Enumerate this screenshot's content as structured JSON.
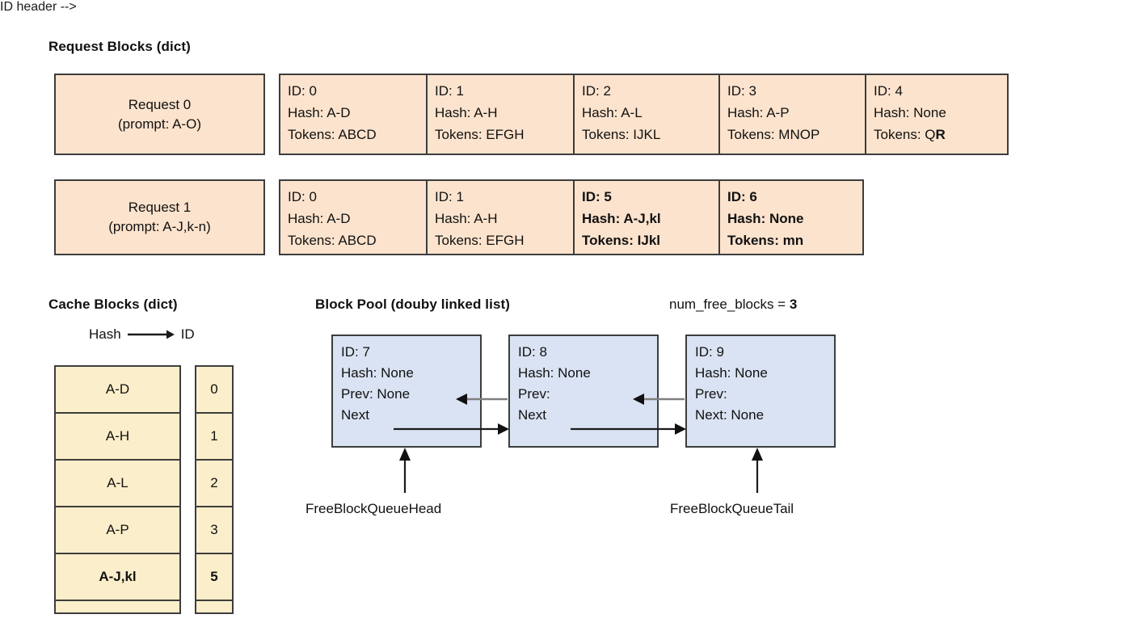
{
  "sections": {
    "request_blocks_title": "Request Blocks (dict)",
    "cache_blocks_title": "Cache Blocks (dict)",
    "block_pool_title": "Block Pool (douby linked list)",
    "num_free_blocks_label": "num_free_blocks = ",
    "num_free_blocks_value": "3"
  },
  "requests": [
    {
      "name": "Request 0",
      "prompt": "(prompt: A-O)",
      "blocks": [
        {
          "id": "ID: 0",
          "hash": "Hash: A-D",
          "tokens": "Tokens: ABCD",
          "bold": false
        },
        {
          "id": "ID: 1",
          "hash": "Hash: A-H",
          "tokens": "Tokens: EFGH",
          "bold": false
        },
        {
          "id": "ID: 2",
          "hash": "Hash: A-L",
          "tokens": "Tokens: IJKL",
          "bold": false
        },
        {
          "id": "ID: 3",
          "hash": "Hash: A-P",
          "tokens": "Tokens: MNOP",
          "bold": false
        },
        {
          "id": "ID: 4",
          "hash": "Hash: None",
          "tokens": "Tokens: Q",
          "tokens_bold_suffix": "R",
          "bold": false
        }
      ]
    },
    {
      "name": "Request 1",
      "prompt": "(prompt: A-J,k-n)",
      "blocks": [
        {
          "id": "ID: 0",
          "hash": "Hash: A-D",
          "tokens": "Tokens: ABCD",
          "bold": false
        },
        {
          "id": "ID: 1",
          "hash": "Hash: A-H",
          "tokens": "Tokens: EFGH",
          "bold": false
        },
        {
          "id": "ID: 5",
          "hash": "Hash: A-J,kl",
          "tokens": "Tokens: IJkl",
          "bold": true
        },
        {
          "id": "ID: 6",
          "hash": "Hash: None",
          "tokens": "Tokens: mn",
          "bold": true
        }
      ]
    }
  ],
  "cache_table": {
    "hash_header": "Hash",
    "id_header": "ID",
    "arrow_icon": "right-arrow-icon",
    "rows": [
      {
        "hash": "A-D",
        "id": "0",
        "bold": false
      },
      {
        "hash": "A-H",
        "id": "1",
        "bold": false
      },
      {
        "hash": "A-L",
        "id": "2",
        "bold": false
      },
      {
        "hash": "A-P",
        "id": "3",
        "bold": false
      },
      {
        "hash": "A-J,kl",
        "id": "5",
        "bold": true
      }
    ]
  },
  "block_pool": {
    "blocks": [
      {
        "id": "ID: 7",
        "hash": "Hash: None",
        "prev": "Prev: None",
        "next": "Next"
      },
      {
        "id": "ID: 8",
        "hash": "Hash: None",
        "prev": "Prev:",
        "next": "Next"
      },
      {
        "id": "ID: 9",
        "hash": "Hash: None",
        "prev": "Prev:",
        "next": "Next: None"
      }
    ],
    "head_pointer_label": "FreeBlockQueueHead",
    "tail_pointer_label": "FreeBlockQueueTail"
  },
  "colors": {
    "request_fill": "#fce3cd",
    "cache_fill": "#fbeeca",
    "pool_fill": "#dae3f3",
    "stroke": "#3d3d3d",
    "next_arrow": "#1a1a1a",
    "prev_arrow": "#808080"
  }
}
